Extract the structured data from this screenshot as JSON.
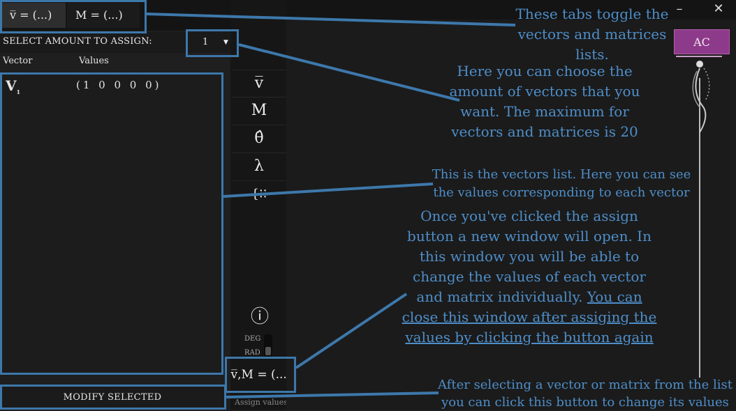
{
  "tabs": [
    {
      "label": "v̅ = (...)"
    },
    {
      "label": "M = (...)"
    }
  ],
  "assign": {
    "label": "SELECT AMOUNT TO ASSIGN:",
    "amount": "1"
  },
  "list": {
    "col_vector": "Vector",
    "col_values": "Values",
    "rows": [
      {
        "name": "V",
        "sub": "1",
        "values": "(1 0 0 0 0)"
      }
    ]
  },
  "modify_label": "MODIFY SELECTED",
  "toolbar": {
    "vector_tool": "v̅",
    "matrix_tool": "M",
    "theta_tool": "θ̂",
    "lambda_tool": "λ",
    "system_tool": "{⁝⁝",
    "info_icon": "ⓘ",
    "deg_label": "DEG",
    "rad_label": "RAD",
    "assign_button": "v̅,M = (...)",
    "assign_caption": "Assign values"
  },
  "window": {
    "minimize": "–",
    "close": "✕",
    "ac_label": "AC"
  },
  "colors": {
    "annotation": "#4e8ec9",
    "highlight_border": "#3d78ab",
    "ac_button": "#8e3a8a"
  },
  "annotations": {
    "tabs": "These tabs toggle the vectors and matrices lists.",
    "amount": "Here you can choose the amount of vectors that you want. The maximum for vectors and matrices is 20",
    "list": "This is the vectors list. Here you can see the values corresponding to each vector",
    "assign_plain": "Once you've clicked the assign button a new window will open. In this window you will be able to change the values of each vector and matrix individually.",
    "assign_underlined": "You can close this window after assiging the values by clicking the button again",
    "modify": "After selecting a vector or matrix from the list you can click this button to change its values"
  }
}
